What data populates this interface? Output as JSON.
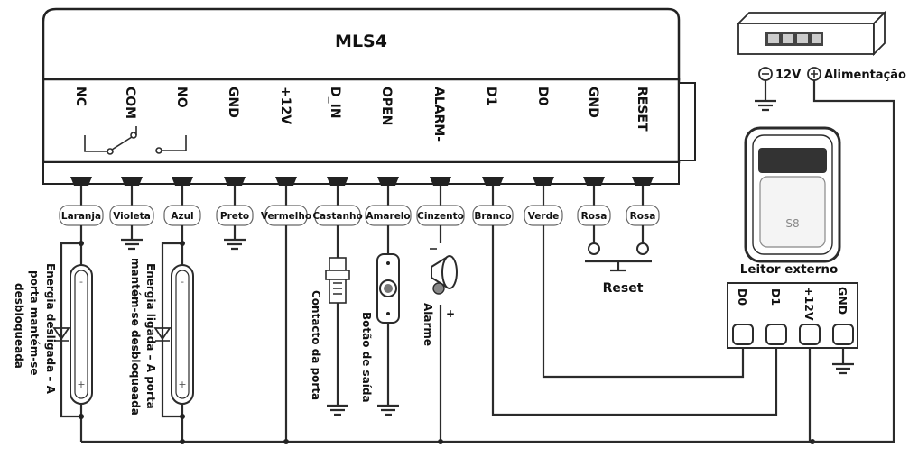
{
  "controller": {
    "name": "MLS4",
    "terminals": [
      "NC",
      "COM",
      "NO",
      "GND",
      "+12V",
      "D_IN",
      "OPEN",
      "ALARM-",
      "D1",
      "D0",
      "GND",
      "RESET"
    ],
    "wire_colors": [
      "Laranja",
      "Violeta",
      "Azul",
      "Preto",
      "Vermelho",
      "Castanho",
      "Amarelo",
      "Cinzento",
      "Branco",
      "Verde",
      "Rosa",
      "Rosa"
    ]
  },
  "power_supply": {
    "negative_label": "12V",
    "positive_label": "Alimentação"
  },
  "reader": {
    "title": "Leitor externo",
    "brand": "S8",
    "pins": [
      "D0",
      "D1",
      "+12V",
      "GND"
    ]
  },
  "labels": {
    "reset": "Reset",
    "lock_off_1": "Energia desligada – A",
    "lock_off_2": "porta mantém-se",
    "lock_off_3": "desbloqueada",
    "lock_on_1": "Energia ligada – A porta",
    "lock_on_2": "mantém-se desbloqueada",
    "door_contact": "Contacto da porta",
    "exit_button": "Botão de saída",
    "alarm": "Alarme",
    "plus": "+",
    "minus": "-"
  }
}
